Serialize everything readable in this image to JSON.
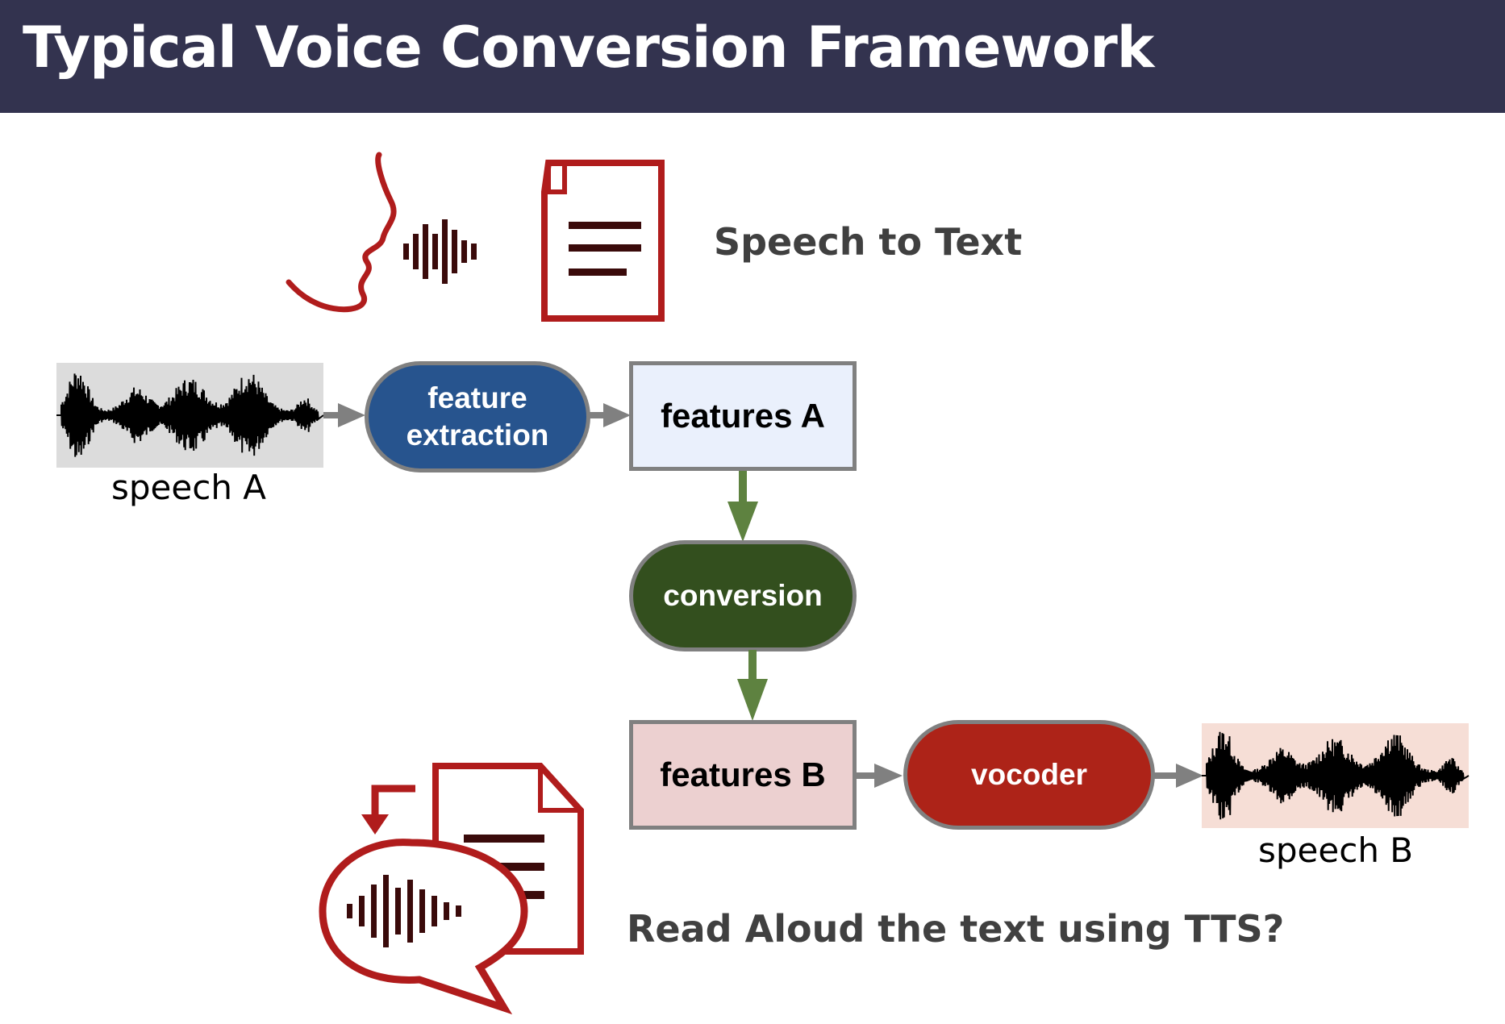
{
  "header": {
    "title": "Typical Voice Conversion Framework"
  },
  "diagram": {
    "speech_to_text_label": "Speech to Text",
    "tts_label": "Read Aloud the text using TTS?",
    "speech_a_label": "speech A",
    "speech_b_label": "speech B",
    "nodes": {
      "feature_extraction": "feature extraction",
      "features_a": "features A",
      "conversion": "conversion",
      "features_b": "features B",
      "vocoder": "vocoder"
    },
    "colors": {
      "header_bg": "#33334f",
      "feature_extraction": "#27548e",
      "features_a": "#eaf0fc",
      "conversion": "#334f1e",
      "features_b": "#ecd0d0",
      "vocoder": "#ad2318",
      "green_arrow": "#5e8240",
      "gray_arrow": "#808080",
      "icon_red": "#b01c1c",
      "icon_dark": "#3a0a0a",
      "speech_a_bg": "#dcdcdc",
      "speech_b_bg": "#f6ded6"
    }
  }
}
